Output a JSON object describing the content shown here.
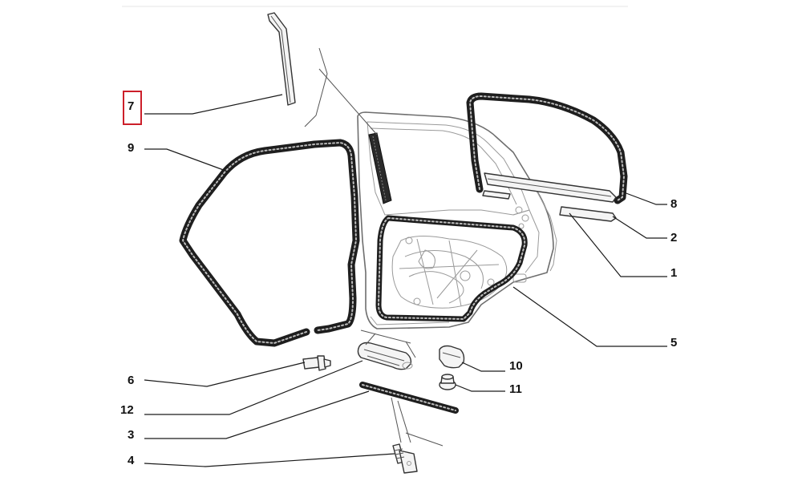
{
  "callouts": [
    {
      "id": "label-7",
      "text": "7"
    },
    {
      "id": "label-9",
      "text": "9"
    },
    {
      "id": "label-8",
      "text": "8"
    },
    {
      "id": "label-2",
      "text": "2"
    },
    {
      "id": "label-1",
      "text": "1"
    },
    {
      "id": "label-5",
      "text": "5"
    },
    {
      "id": "label-10",
      "text": "10"
    },
    {
      "id": "label-11",
      "text": "11"
    },
    {
      "id": "label-6",
      "text": "6"
    },
    {
      "id": "label-12",
      "text": "12"
    },
    {
      "id": "label-3",
      "text": "3"
    },
    {
      "id": "label-4",
      "text": "4"
    }
  ],
  "selected_callout": "7",
  "colors": {
    "highlight": "#cc1f2a",
    "seal": "#1e1e1e",
    "outline": "#6e6e6e"
  }
}
